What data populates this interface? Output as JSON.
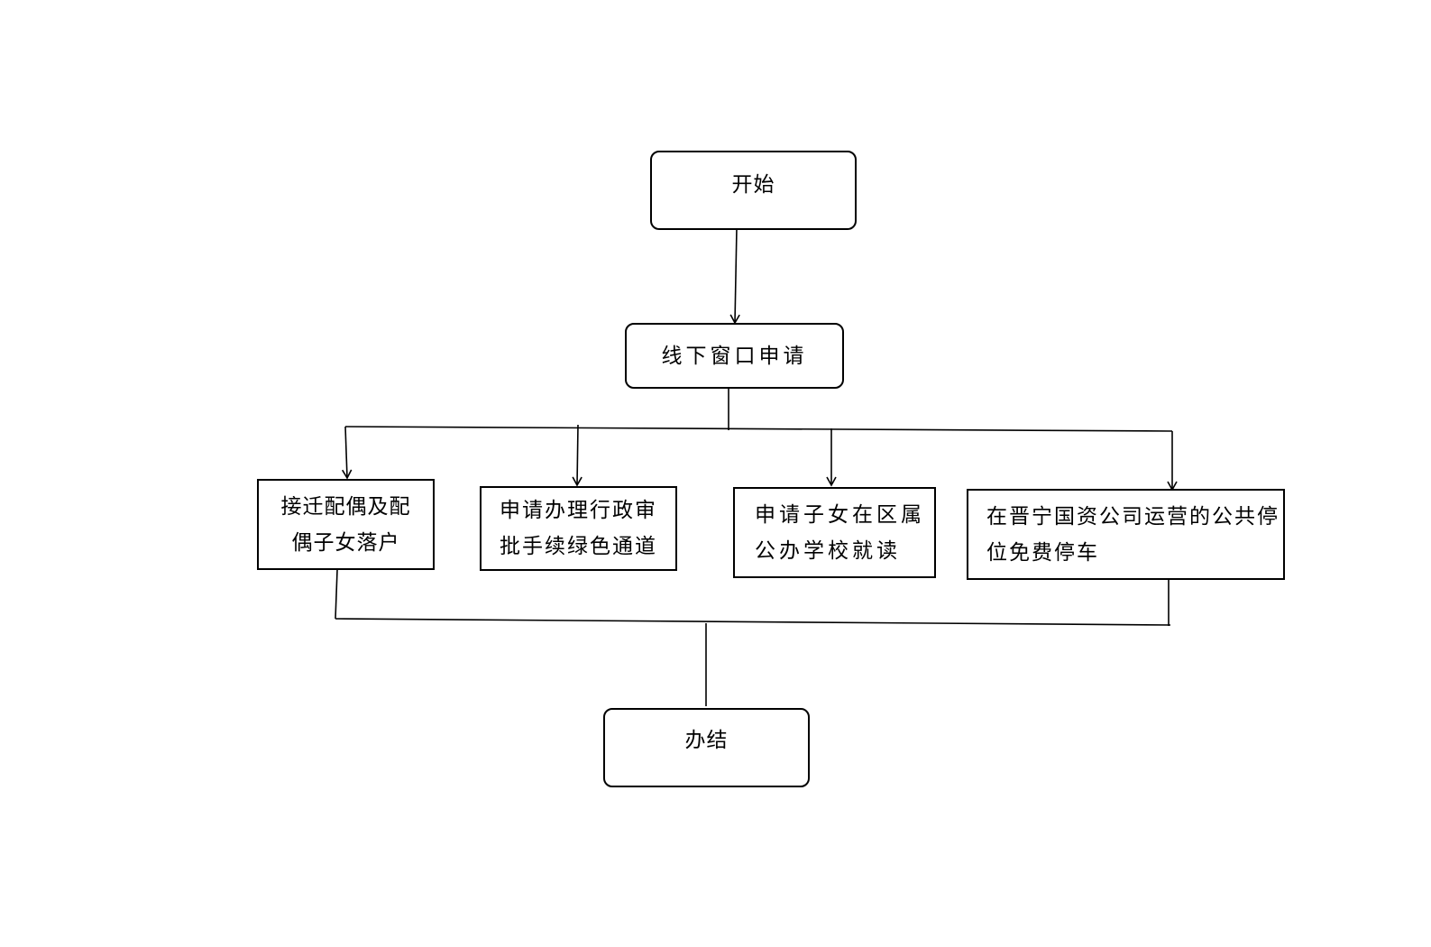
{
  "diagram": {
    "start": {
      "label": "开始"
    },
    "apply": {
      "label": "线下窗口申请"
    },
    "services": [
      {
        "lines": [
          "接迁配偶及配",
          "偶子女落户"
        ]
      },
      {
        "lines": [
          "申请办理行政审",
          "批手续绿色通道"
        ]
      },
      {
        "lines": [
          "申请子女在区属",
          "公办学校就读"
        ]
      },
      {
        "lines": [
          "在晋宁国资公司运营的公共停",
          "位免费停车"
        ]
      }
    ],
    "end": {
      "label": "办结"
    },
    "colors": {
      "stroke": "#000000",
      "background": "#ffffff"
    }
  }
}
